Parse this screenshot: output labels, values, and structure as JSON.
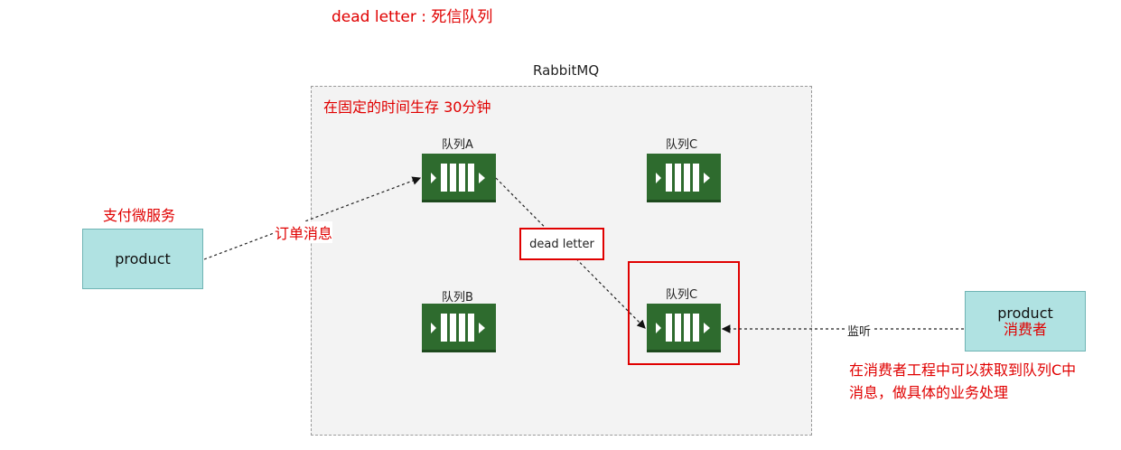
{
  "title": "dead letter : 死信队列",
  "broker": {
    "label": "RabbitMQ",
    "ttl_note": "在固定的时间生存 30分钟"
  },
  "queues": {
    "a": "队列A",
    "b": "队列B",
    "c_top": "队列C",
    "c_dlx": "队列C"
  },
  "producer": {
    "service_label": "支付微服务",
    "box_label": "product",
    "edge_label": "订单消息"
  },
  "dead_letter_label": "dead letter",
  "consumer": {
    "box_label": "product",
    "role_label": "消费者",
    "edge_label": "监听",
    "note_line1": "在消费者工程中可以获取到队列C中",
    "note_line2": "消息，做具体的业务处理"
  },
  "colors": {
    "annotation_red": "#e00000",
    "queue_green": "#2e6b2e",
    "service_box": "#b0e2e2",
    "broker_bg": "#f3f3f3"
  }
}
